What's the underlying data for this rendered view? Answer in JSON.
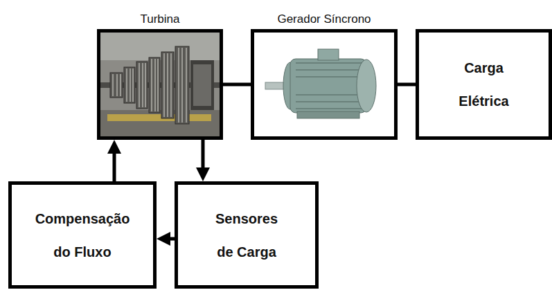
{
  "diagram": {
    "nodes": [
      {
        "text": [
          "Turbina"
        ]
      },
      {
        "text": [
          "Gerador Síncrono"
        ]
      },
      {
        "text": [
          "Carga Elétrica"
        ]
      },
      {
        "text": [
          "Compensação do Fluxo"
        ]
      },
      {
        "text": [
          "Sensores de Carga"
        ]
      }
    ],
    "edges": [
      {
        "from": 0,
        "to": 1,
        "arrow": "none"
      },
      {
        "from": 1,
        "to": 2,
        "arrow": "none"
      },
      {
        "from": 0,
        "to": 4,
        "arrow": "to"
      },
      {
        "from": 4,
        "to": 3,
        "arrow": "to"
      },
      {
        "from": 3,
        "to": 0,
        "arrow": "to"
      }
    ]
  }
}
